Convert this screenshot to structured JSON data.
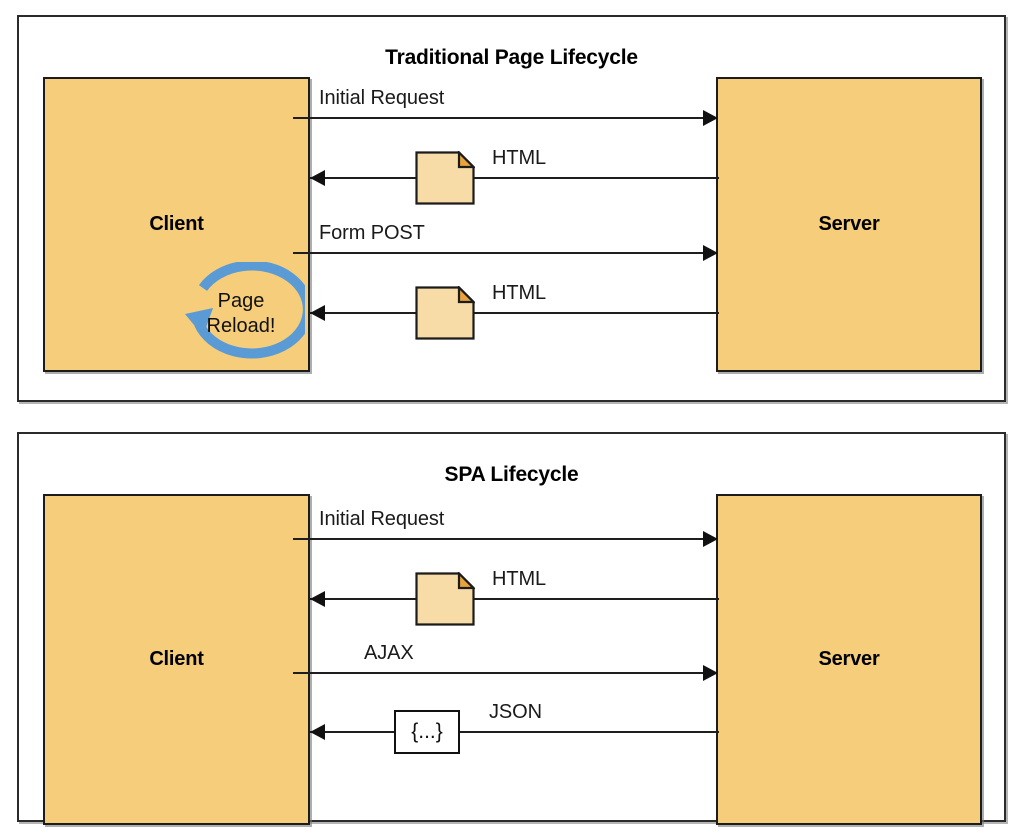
{
  "colors": {
    "actor_fill": "#F5CD7B",
    "doc_fill": "#F7DCA7",
    "doc_fold": "#E8A33D",
    "reload_blue": "#5B9BD5",
    "stroke": "#1C1C1C",
    "panel_bg": "#FFFFFF"
  },
  "panels": [
    {
      "id": "traditional",
      "title": "Traditional Page Lifecycle",
      "left_actor": "Client",
      "right_actor": "Server",
      "messages": [
        {
          "label": "Initial Request",
          "direction": "right",
          "icon": null
        },
        {
          "label": "HTML",
          "direction": "left",
          "icon": "html-document-icon"
        },
        {
          "label": "Form POST",
          "direction": "right",
          "icon": null
        },
        {
          "label": "HTML",
          "direction": "left",
          "icon": "html-document-icon"
        }
      ],
      "annotation": {
        "name": "page-reload-loop",
        "line1": "Page",
        "line2": "Reload!"
      }
    },
    {
      "id": "spa",
      "title": "SPA Lifecycle",
      "left_actor": "Client",
      "right_actor": "Server",
      "messages": [
        {
          "label": "Initial Request",
          "direction": "right",
          "icon": null
        },
        {
          "label": "HTML",
          "direction": "left",
          "icon": "html-document-icon"
        },
        {
          "label": "AJAX",
          "direction": "right",
          "icon": null
        },
        {
          "label": "JSON",
          "direction": "left",
          "icon": "json-braces-icon",
          "icon_text": "{...}"
        }
      ],
      "annotation": null
    }
  ]
}
